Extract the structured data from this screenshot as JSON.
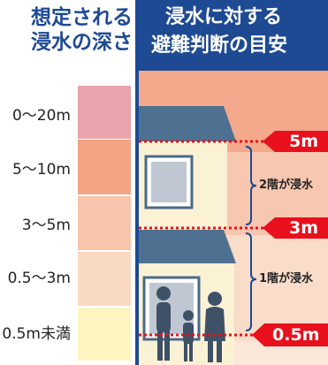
{
  "left_panel": {
    "title_line1": "想定される",
    "title_line2": "浸水の深さ",
    "levels": [
      {
        "label": "0〜20m",
        "color": "#e8a3ac"
      },
      {
        "label": "5〜10m",
        "color": "#f2a384"
      },
      {
        "label": "3〜5m",
        "color": "#f7c4ac"
      },
      {
        "label": "0.5〜3m",
        "color": "#fad9c2"
      },
      {
        "label": "0.5m未満",
        "color": "#fcf5c2"
      }
    ]
  },
  "right_panel": {
    "title_line1": "浸水に対する",
    "title_line2": "避難判断の目安",
    "markers": [
      {
        "label": "5m"
      },
      {
        "label": "3m"
      },
      {
        "label": "0.5m"
      }
    ],
    "floor_labels": [
      {
        "label": "2階が浸水"
      },
      {
        "label": "1階が浸水"
      }
    ]
  },
  "colors": {
    "brand_blue": "#1d4a93",
    "marker_red": "#e8101c",
    "house_roof": "#4f7191",
    "house_wall": "#fbf1d4"
  }
}
